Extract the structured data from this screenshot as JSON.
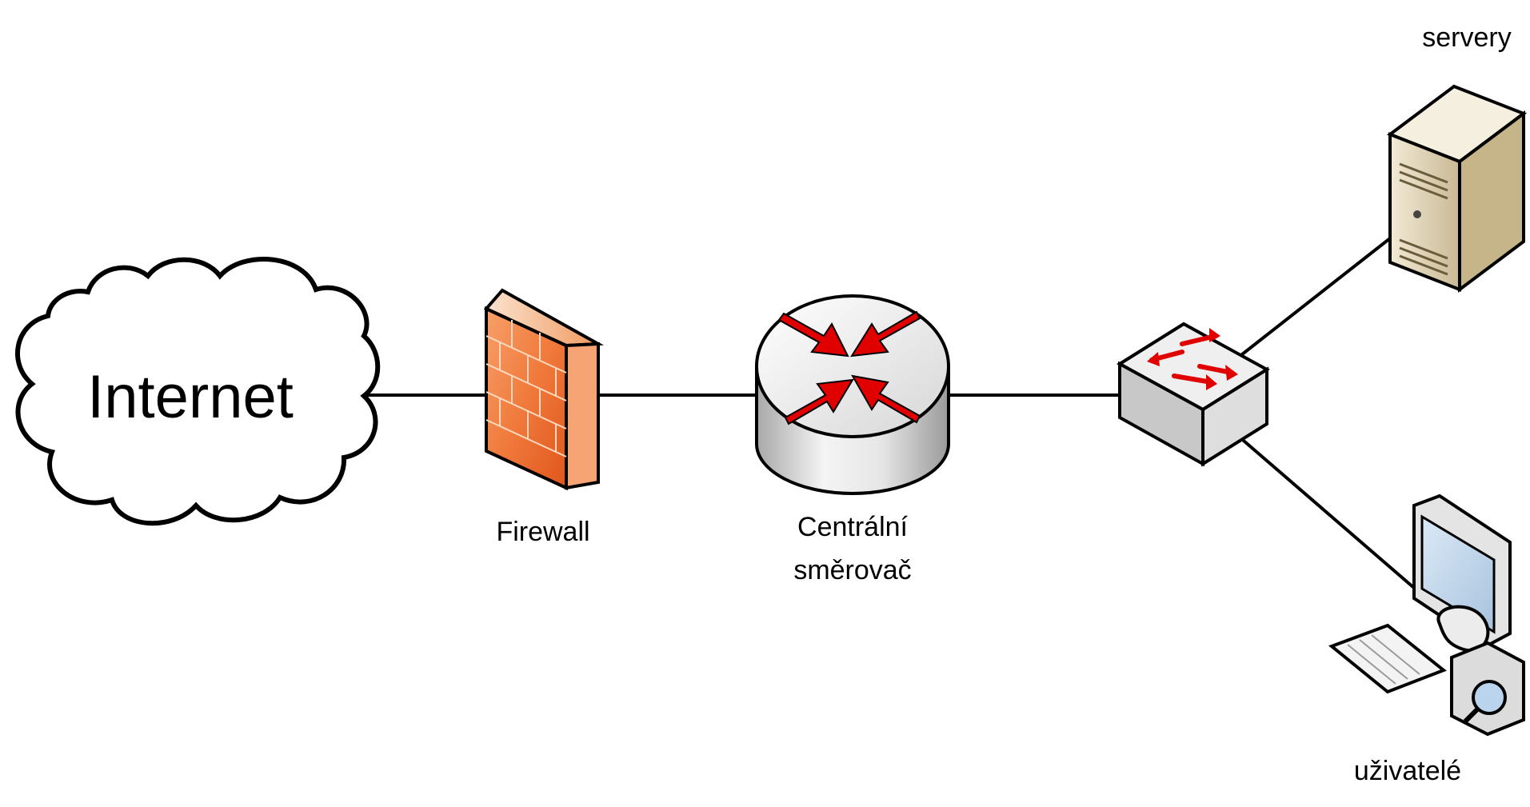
{
  "nodes": {
    "internet": {
      "label": "Internet",
      "icon": "cloud-icon"
    },
    "firewall": {
      "label": "Firewall",
      "icon": "firewall-icon",
      "color": "#f07a3c"
    },
    "router": {
      "label_line1": "Centrální",
      "label_line2": "směrovač",
      "icon": "router-icon",
      "arrow_color": "#e00000"
    },
    "switch": {
      "icon": "switch-icon",
      "arrow_color": "#e00000"
    },
    "servers": {
      "label": "servery",
      "icon": "server-icon",
      "color": "#d9cdb0"
    },
    "users": {
      "label": "uživatelé",
      "icon": "workstation-icon"
    }
  }
}
